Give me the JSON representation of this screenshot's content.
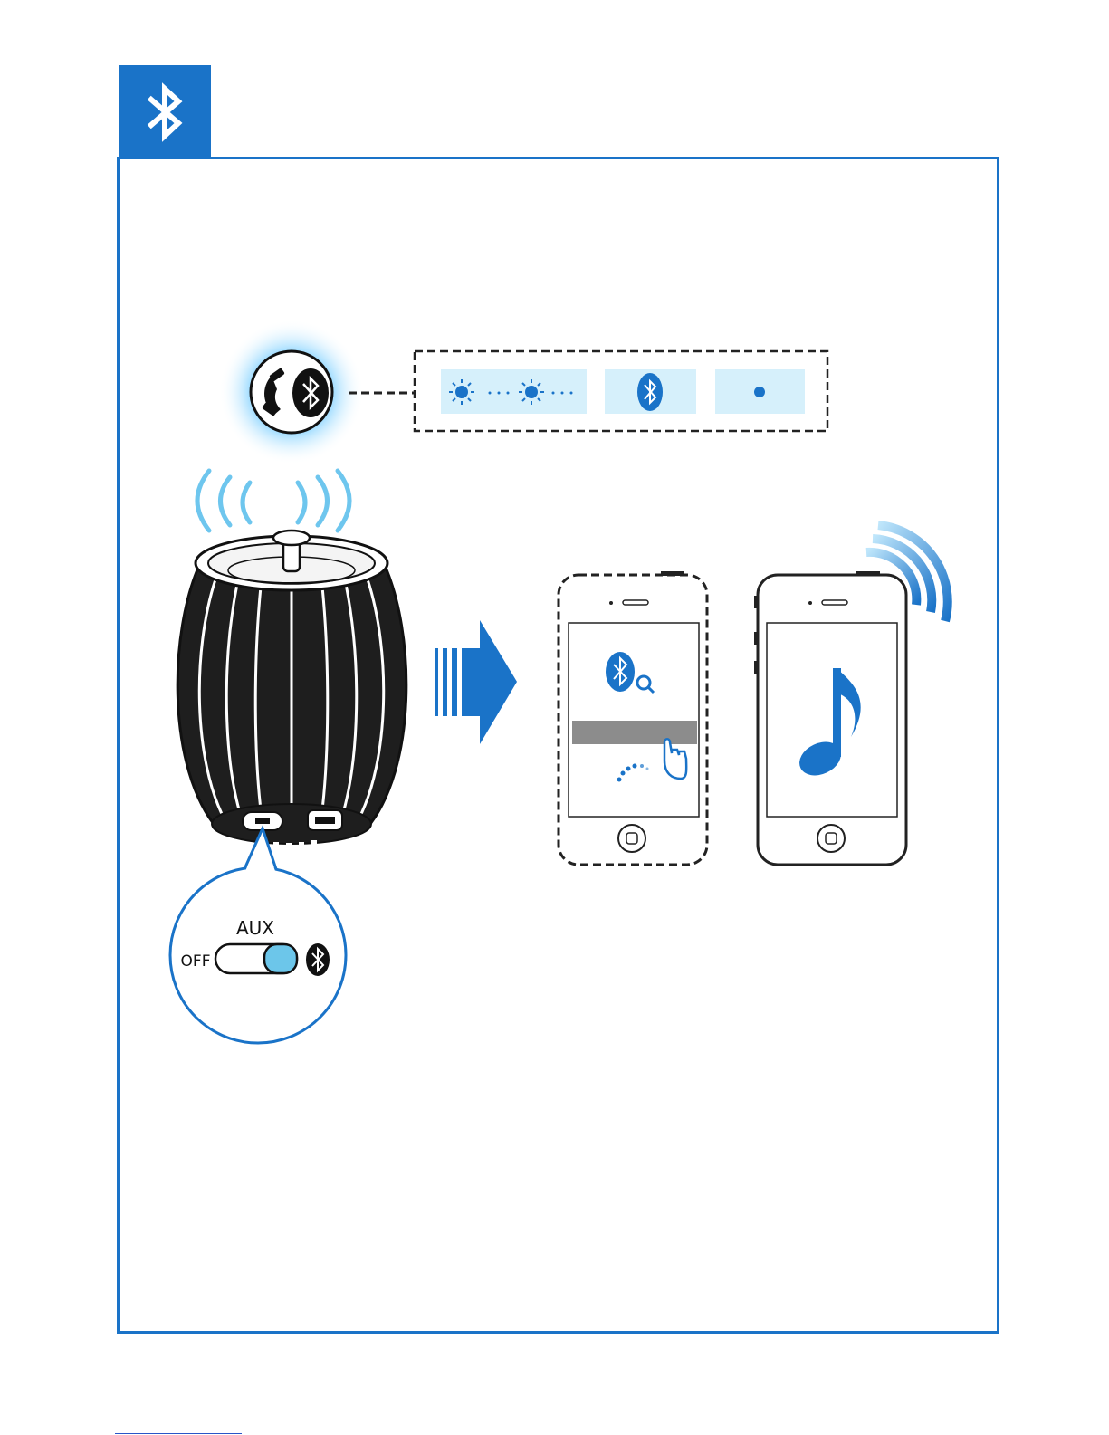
{
  "colors": {
    "accent": "#1a73c8",
    "light_blue": "#d6f0fb",
    "switch_blue": "#6cc6ea",
    "glow": "#7fd0ff",
    "screen_bar": "#8c8c8c"
  },
  "switch_callout": {
    "aux_label": "AUX",
    "off_label": "OFF"
  },
  "icons": [
    "bluetooth-icon",
    "phone-icon",
    "blink-icon",
    "dot-icon",
    "speaker-illustration",
    "arrow-right-icon",
    "bluetooth-search-icon",
    "hand-pointer-icon",
    "loading-dots-icon",
    "music-note-icon",
    "wireless-signal-icon"
  ]
}
